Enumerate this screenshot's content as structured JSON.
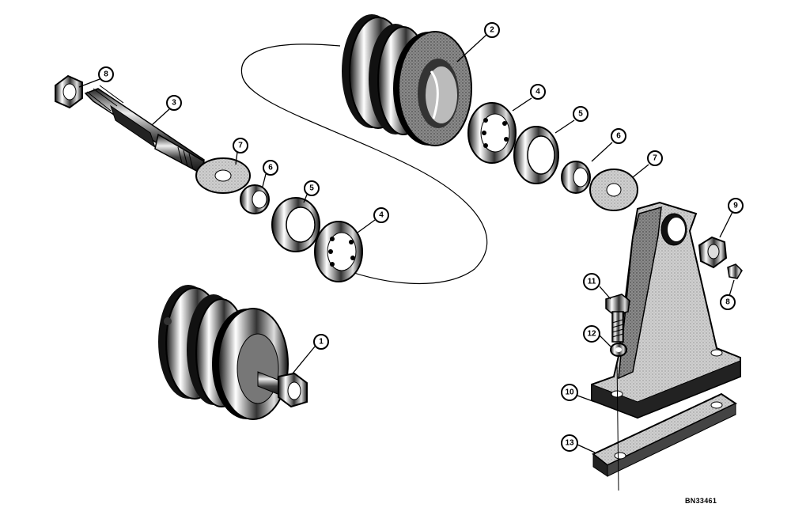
{
  "diagram": {
    "reference_code": "BN33461",
    "callouts": {
      "c1": "1",
      "c2": "2",
      "c3": "3",
      "c4a": "4",
      "c4b": "4",
      "c5a": "5",
      "c5b": "5",
      "c6a": "6",
      "c6b": "6",
      "c7a": "7",
      "c7b": "7",
      "c8a": "8",
      "c8b": "8",
      "c9": "9",
      "c10": "10",
      "c11": "11",
      "c12": "12",
      "c13": "13"
    }
  }
}
